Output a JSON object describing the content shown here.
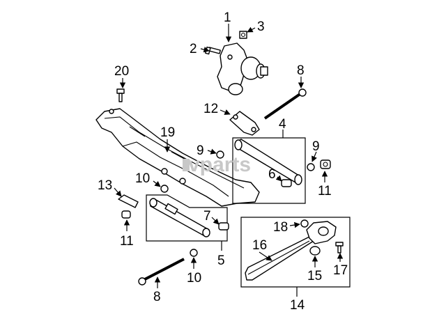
{
  "watermark": "vparts",
  "callouts": {
    "c1": "1",
    "c2": "2",
    "c3": "3",
    "c4": "4",
    "c5": "5",
    "c6": "6",
    "c7": "7",
    "c8a": "8",
    "c8b": "8",
    "c9a": "9",
    "c9b": "9",
    "c10a": "10",
    "c10b": "10",
    "c11a": "11",
    "c11b": "11",
    "c12": "12",
    "c13": "13",
    "c14": "14",
    "c15": "15",
    "c16": "16",
    "c17": "17",
    "c18": "18",
    "c19": "19",
    "c20": "20"
  },
  "colors": {
    "line": "#000000",
    "watermark": "#c8c8c8",
    "background": "#ffffff"
  }
}
